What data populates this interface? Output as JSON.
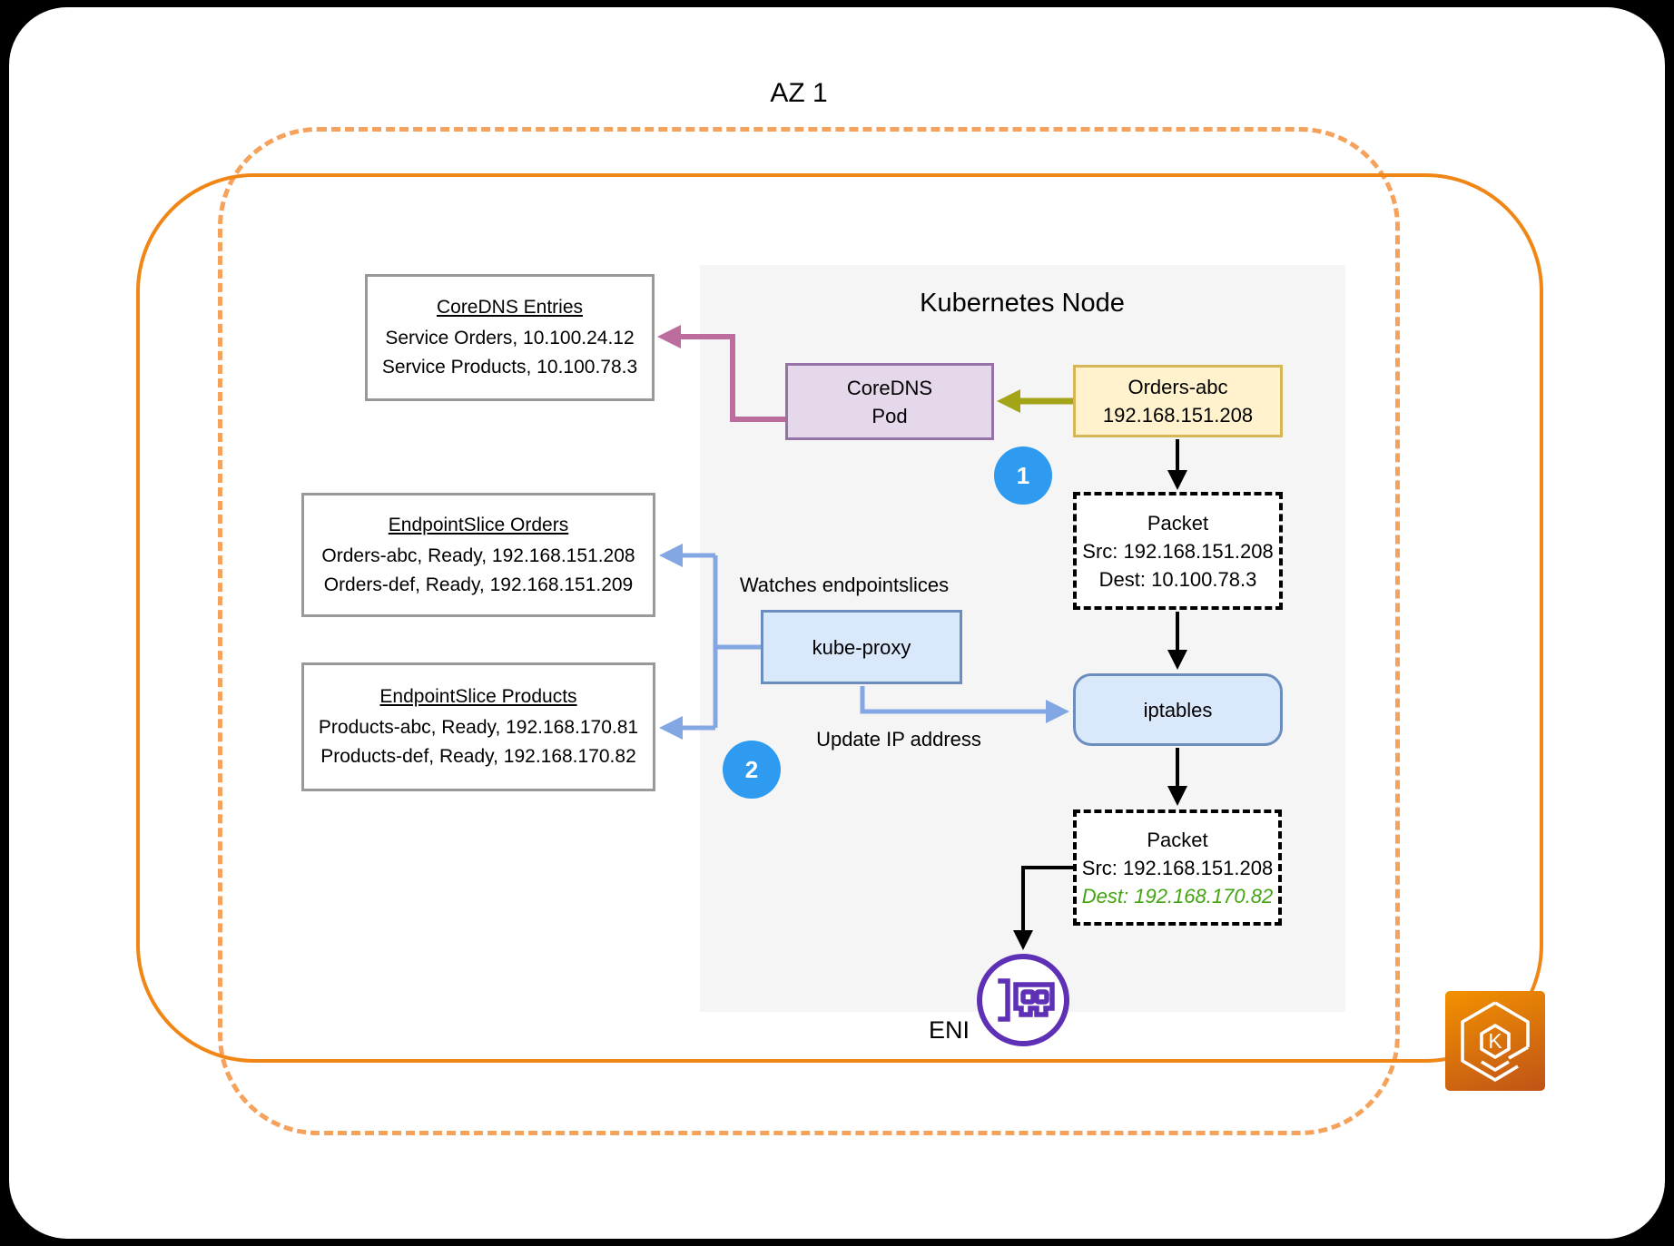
{
  "az": {
    "label": "AZ 1"
  },
  "node": {
    "title": "Kubernetes Node"
  },
  "boxes": {
    "coredns_entries": {
      "title": "CoreDNS Entries",
      "lines": [
        "Service Orders, 10.100.24.12",
        "Service Products, 10.100.78.3"
      ]
    },
    "endpointslice_orders": {
      "title": "EndpointSlice Orders",
      "lines": [
        "Orders-abc, Ready, 192.168.151.208",
        "Orders-def, Ready, 192.168.151.209"
      ]
    },
    "endpointslice_products": {
      "title": "EndpointSlice Products",
      "lines": [
        "Products-abc, Ready, 192.168.170.81",
        "Products-def, Ready, 192.168.170.82"
      ]
    },
    "coredns_pod": {
      "lines": [
        "CoreDNS",
        "Pod"
      ]
    },
    "orders_pod": {
      "lines": [
        "Orders-abc",
        "192.168.151.208"
      ]
    },
    "packet_before": {
      "title": "Packet",
      "src": "Src: 192.168.151.208",
      "dest": "Dest: 10.100.78.3"
    },
    "iptables": {
      "label": "iptables"
    },
    "packet_after": {
      "title": "Packet",
      "src": "Src: 192.168.151.208",
      "dest": "Dest: 192.168.170.82"
    },
    "kube_proxy": {
      "label": "kube-proxy"
    }
  },
  "annotations": {
    "watches_endpointslices": "Watches endpointslices",
    "update_ip_address": "Update IP address",
    "step_1": "1",
    "step_2": "2",
    "eni_label": "ENI"
  },
  "icons": {
    "eni": "network-interface-icon",
    "eks": "kubernetes-hexagon-icon",
    "eks_letter": "K"
  },
  "colors": {
    "az_dashed_border": "#F5A25C",
    "subnet_solid_border": "#F08616",
    "node_fill": "#F5F5F5",
    "box_border_gray": "#999999",
    "pod_fill": "#E5D8EB",
    "pod_border": "#9673A6",
    "orders_fill": "#FFF2CC",
    "orders_border": "#D6B656",
    "blue_fill": "#DAE8FC",
    "blue_border": "#6C8EBF",
    "step_circle": "#2E9BF0",
    "arrow_blue": "#82A7E2",
    "arrow_magenta": "#BC6D9E",
    "arrow_olive": "#A3A417",
    "arrow_black": "#000000",
    "dest_green": "#42A410",
    "eni_purple": "#5E30B5",
    "eks_gradient_top": "#F29200",
    "eks_gradient_bottom": "#C05317"
  }
}
